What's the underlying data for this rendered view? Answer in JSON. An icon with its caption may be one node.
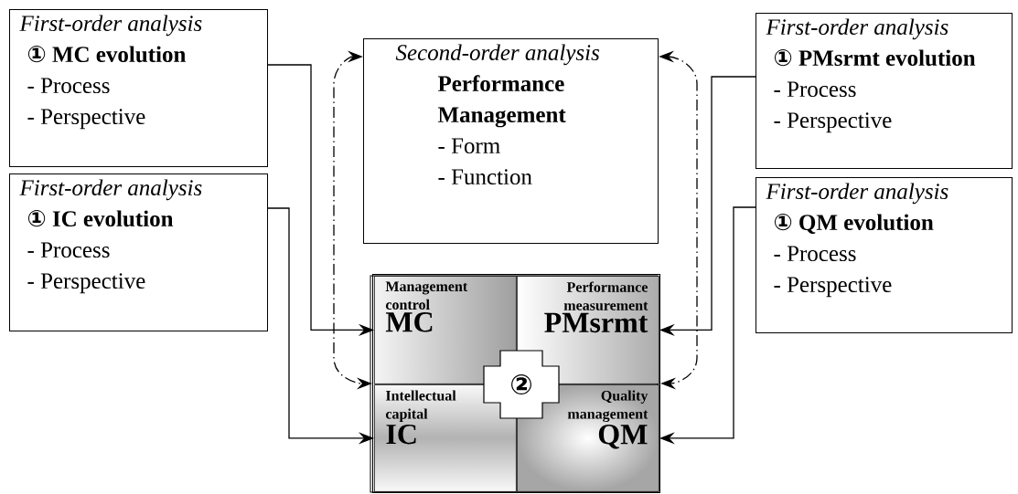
{
  "diagram": {
    "nodes": [
      {
        "text": [
          "First-order analysis",
          "① MC evolution",
          "- Process",
          "- Perspective"
        ]
      },
      {
        "text": [
          "First-order analysis",
          "① IC evolution",
          "- Process",
          "- Perspective"
        ]
      },
      {
        "text": [
          "Second-order analysis",
          "Performance Management",
          "- Form",
          "- Function"
        ]
      },
      {
        "text": [
          "First-order analysis",
          "①  PMsrmt evolution",
          "- Process",
          "- Perspective"
        ]
      },
      {
        "text": [
          "First-order analysis",
          "① QM evolution",
          "- Process",
          "- Perspective"
        ]
      },
      {
        "text": [],
        "shape": "box"
      },
      {
        "text": [
          "Management control",
          "MC"
        ],
        "in": 5
      },
      {
        "text": [
          "Performance measurement",
          "PMsrmt"
        ],
        "in": 5
      },
      {
        "text": [
          "Intellectual capital",
          "IC"
        ],
        "in": 5
      },
      {
        "text": [
          "Quality management",
          "QM"
        ],
        "in": 5
      },
      {
        "text": [
          "②"
        ],
        "in": 5
      }
    ],
    "edges": [
      {
        "from": 0,
        "to": 6,
        "arrow": "to"
      },
      {
        "from": 1,
        "to": 8,
        "arrow": "to"
      },
      {
        "from": 3,
        "to": 7,
        "arrow": "to"
      },
      {
        "from": 4,
        "to": 9,
        "arrow": "to"
      },
      {
        "from": 2,
        "to": 5,
        "arrow": "both",
        "style": "dashed"
      },
      {
        "from": 2,
        "to": 5,
        "arrow": "both",
        "style": "dashed"
      }
    ]
  }
}
